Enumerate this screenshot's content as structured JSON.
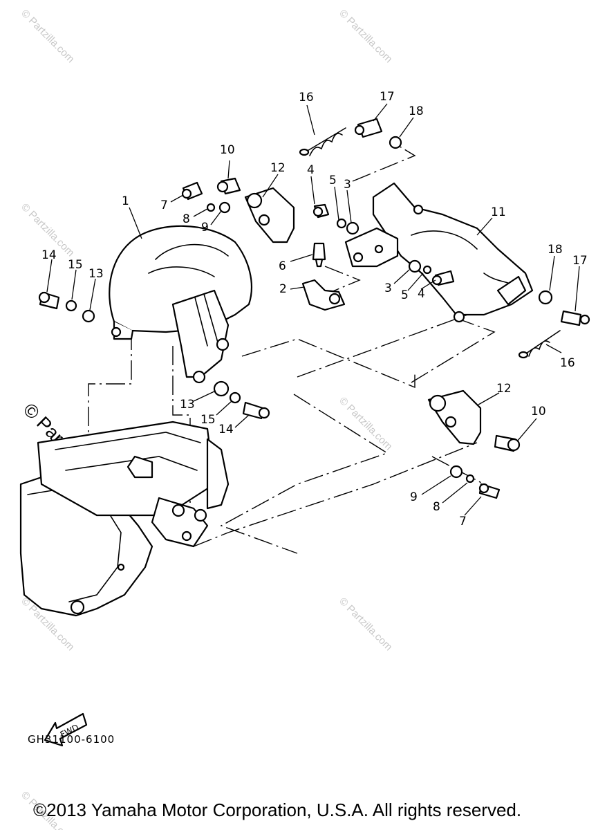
{
  "watermark": {
    "text": "© Partzilla.com",
    "large_text": "© Partzilla.com"
  },
  "callouts": {
    "n1": "1",
    "n2": "2",
    "n3a": "3",
    "n3b": "3",
    "n4a": "4",
    "n4b": "4",
    "n5a": "5",
    "n5b": "5",
    "n6": "6",
    "n7a": "7",
    "n7b": "7",
    "n8a": "8",
    "n8b": "8",
    "n9a": "9",
    "n9b": "9",
    "n10a": "10",
    "n10b": "10",
    "n11": "11",
    "n12a": "12",
    "n12b": "12",
    "n13a": "13",
    "n13b": "13",
    "n14a": "14",
    "n14b": "14",
    "n15a": "15",
    "n15b": "15",
    "n16a": "16",
    "n16b": "16",
    "n17a": "17",
    "n17b": "17",
    "n18a": "18",
    "n18b": "18"
  },
  "fwd_label": "FWD",
  "diagram_code": "GH31100-6100",
  "copyright": "©2013 Yamaha Motor Corporation, U.S.A. All rights reserved."
}
